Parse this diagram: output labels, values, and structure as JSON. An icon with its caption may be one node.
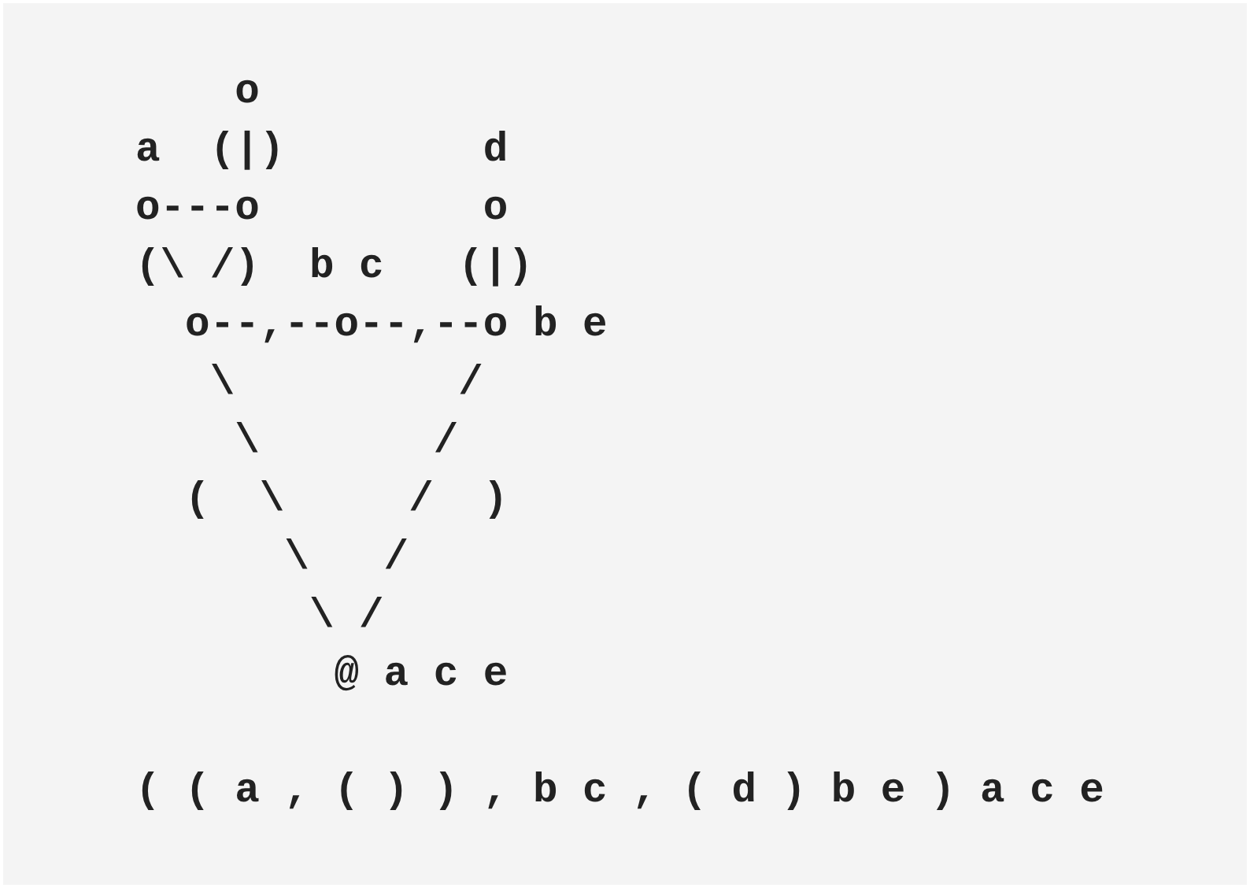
{
  "diagram": {
    "labels": [
      "o",
      "a  (|)        d",
      "o---o         o",
      "(\\ /)  b c   (|)",
      "o--,--o--,--o b e",
      "\\         /",
      "\\       /",
      "(  \\     /  )",
      "\\   /",
      "\\ /",
      "@ a c e",
      "( ( a , ( ) ) , b c , ( d ) b e ) a c e"
    ]
  }
}
